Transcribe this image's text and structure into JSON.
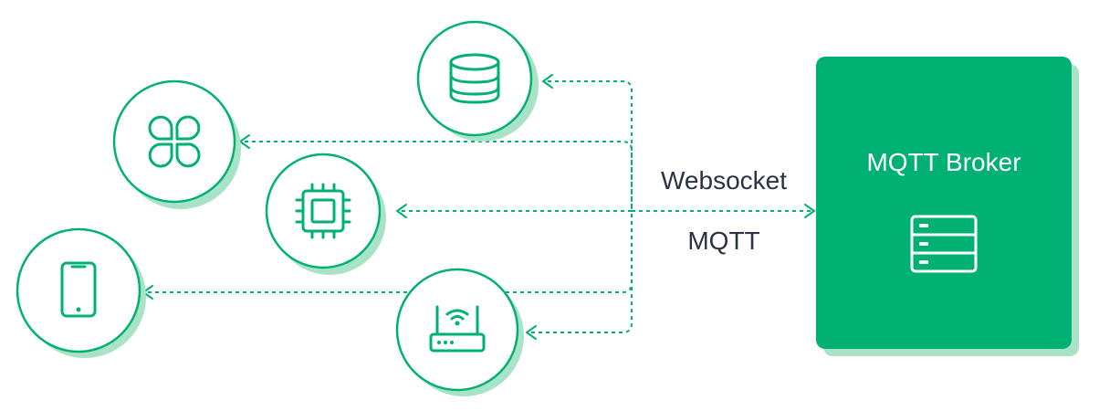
{
  "diagram": {
    "broker": {
      "title": "MQTT Broker",
      "icon": "server-stack-icon",
      "color": "#00b173",
      "shadow_color": "#a9e3c7"
    },
    "protocols": {
      "top": "Websocket",
      "bottom": "MQTT"
    },
    "clients": [
      {
        "id": "database",
        "icon": "database-icon"
      },
      {
        "id": "clover",
        "icon": "clover-icon"
      },
      {
        "id": "chip",
        "icon": "chip-icon"
      },
      {
        "id": "phone",
        "icon": "phone-icon"
      },
      {
        "id": "router",
        "icon": "router-icon"
      }
    ],
    "line_color": "#00b173",
    "text_color": "#2b3245"
  }
}
